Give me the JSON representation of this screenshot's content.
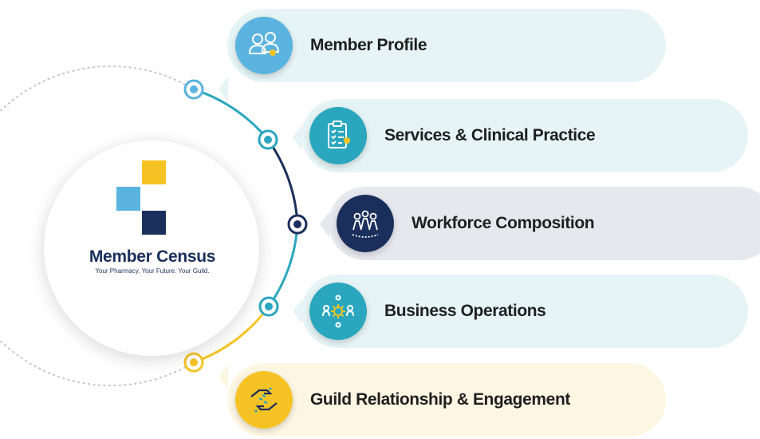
{
  "hub": {
    "title": "Member Census",
    "tagline": "Your Pharmacy. Your Future. Your Guild."
  },
  "colors": {
    "navy": "#1B2F5C",
    "light_blue": "#5BB3DF",
    "teal": "#2AA7BE",
    "yellow": "#F6C324",
    "pill_teal": "#E6F4F6",
    "pill_grey": "#E7E8EE",
    "pill_yellow": "#FDF6E3"
  },
  "items": [
    {
      "label": "Member Profile",
      "icon": "people-icon"
    },
    {
      "label": "Services & Clinical Practice",
      "icon": "clipboard-checklist-icon"
    },
    {
      "label": "Workforce Composition",
      "icon": "team-icon"
    },
    {
      "label": "Business Operations",
      "icon": "gear-network-icon"
    },
    {
      "label": "Guild Relationship & Engagement",
      "icon": "handshake-icon"
    }
  ]
}
